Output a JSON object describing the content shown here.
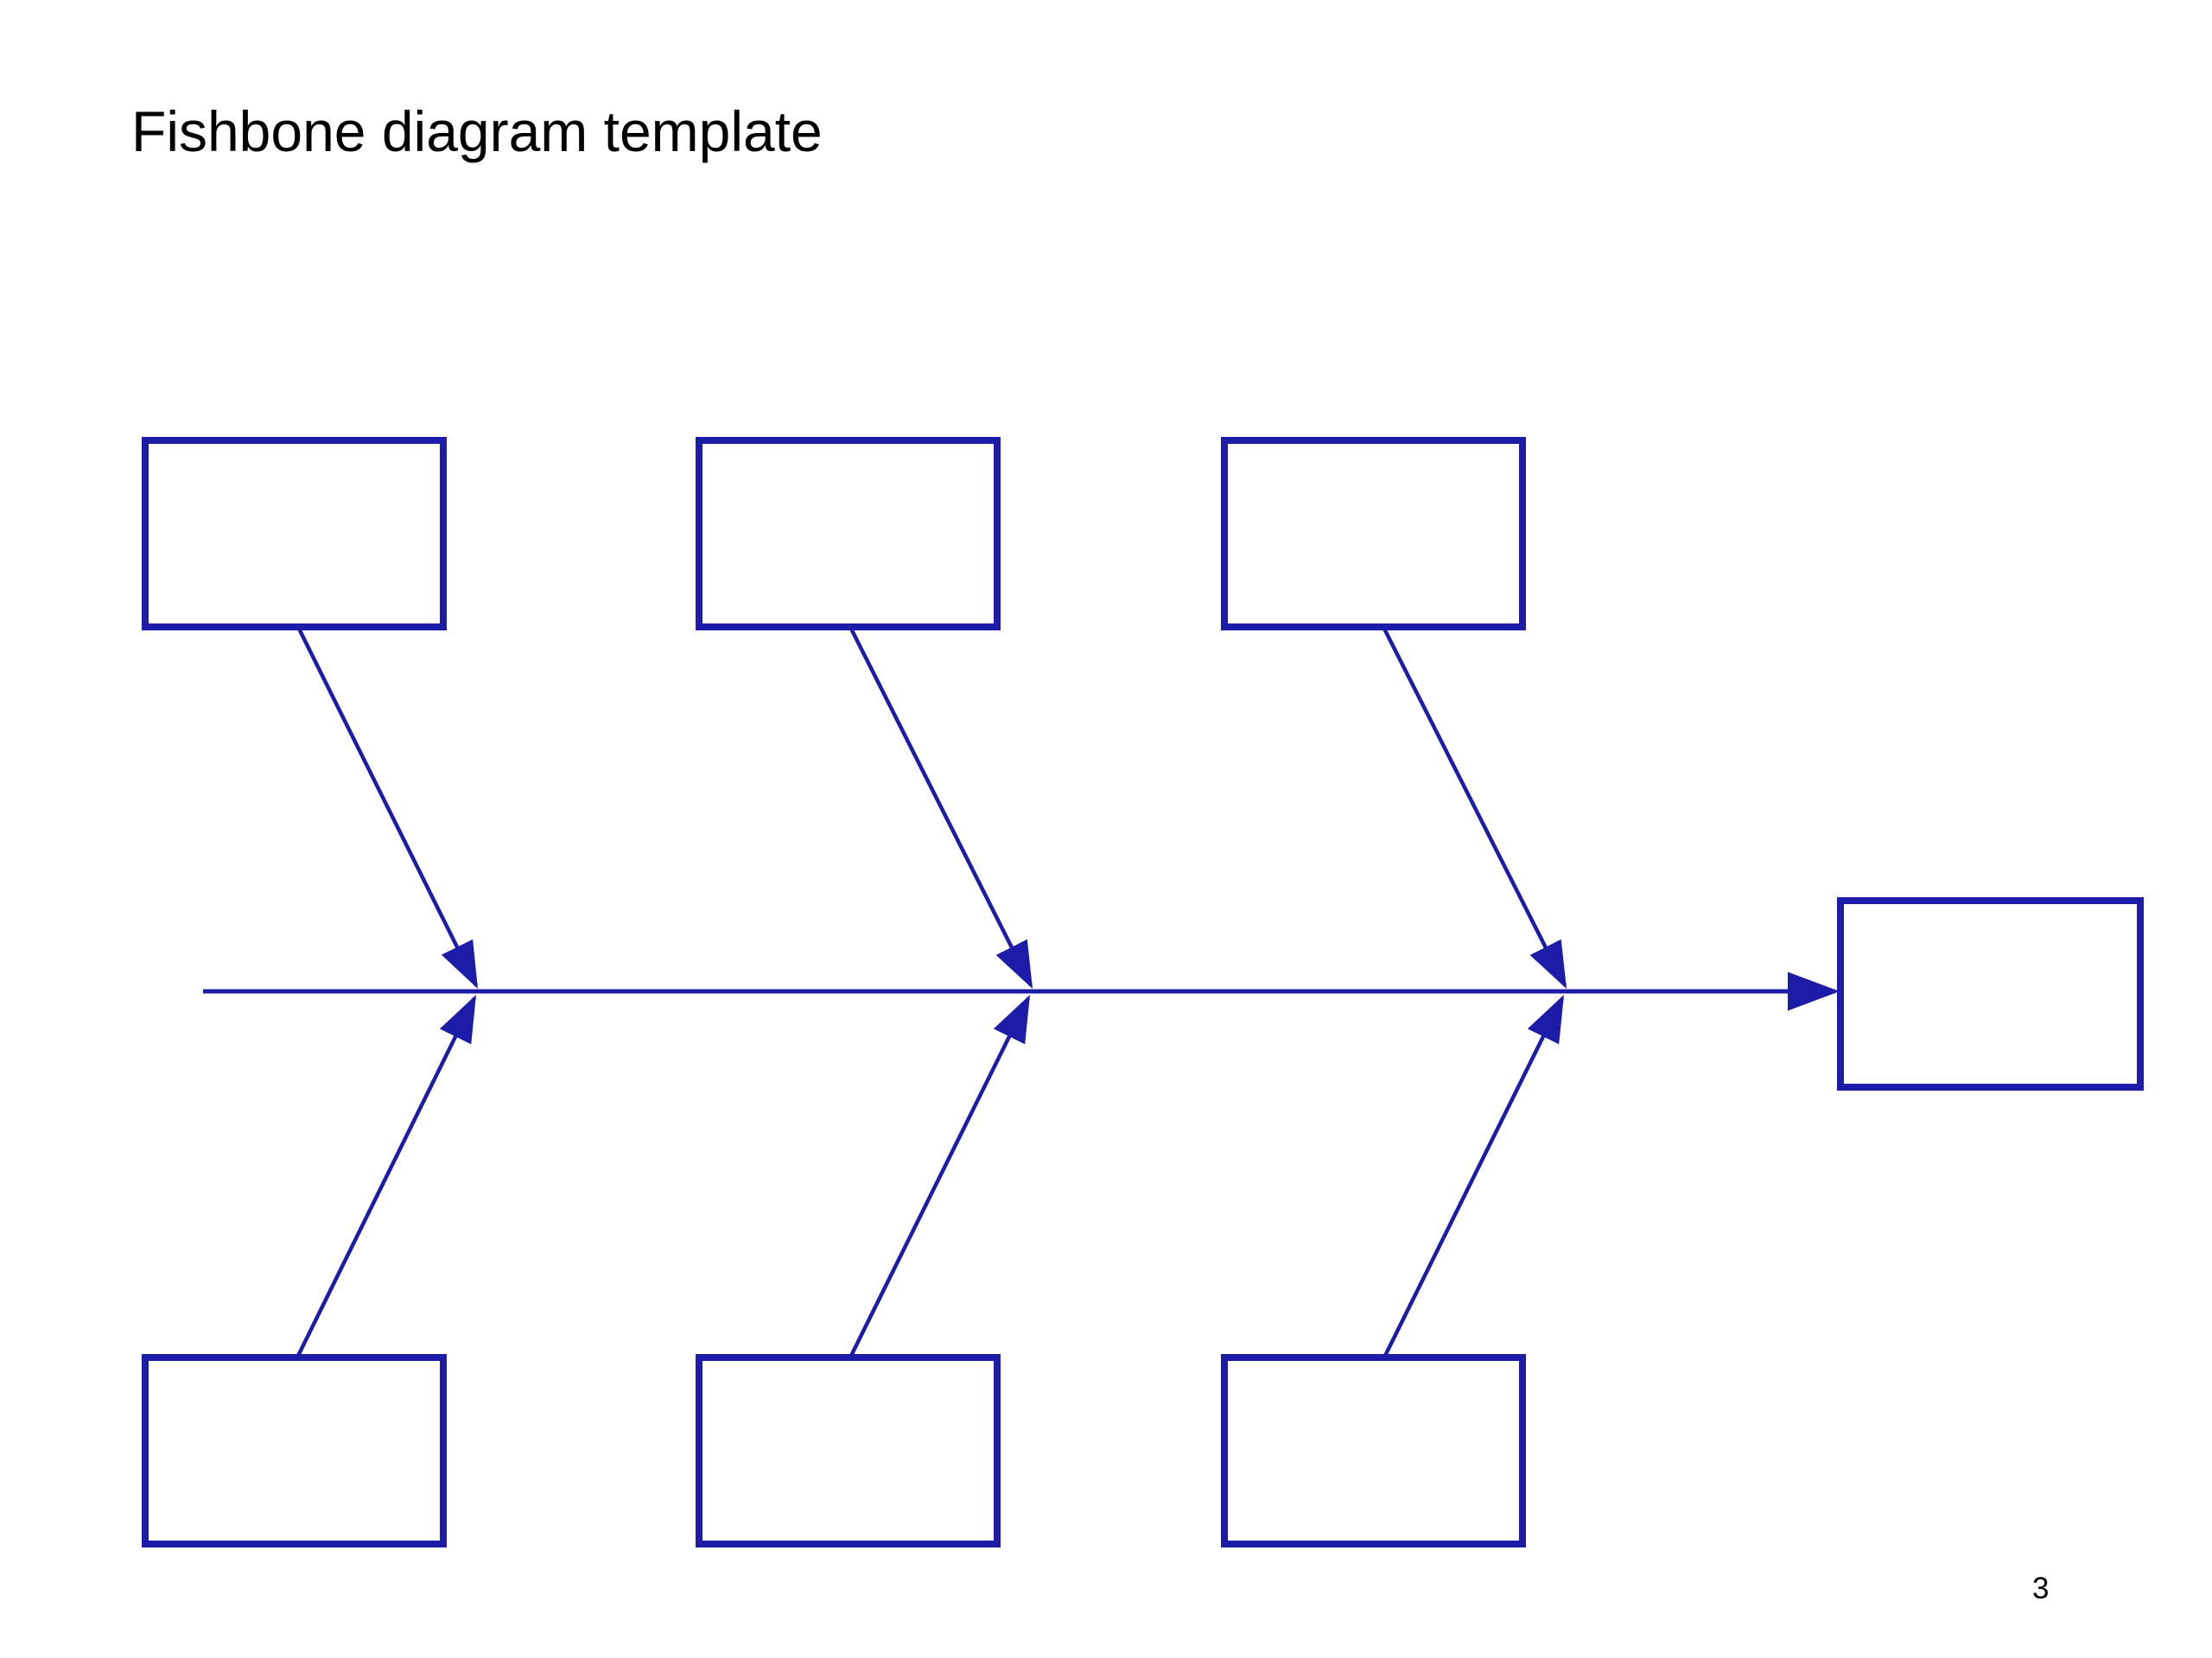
{
  "page": {
    "title": "Fishbone diagram template",
    "page_number": "3",
    "background_color": "#ffffff",
    "title_color": "#000000"
  },
  "diagram": {
    "type": "fishbone",
    "accent_color": "#1C1CA8",
    "box_fill_color": "#ffffff",
    "spine_direction": "left-to-right",
    "nodes": {
      "effect": {
        "label": ""
      },
      "causes_top": [
        {
          "label": ""
        },
        {
          "label": ""
        },
        {
          "label": ""
        }
      ],
      "causes_bottom": [
        {
          "label": ""
        },
        {
          "label": ""
        },
        {
          "label": ""
        }
      ]
    }
  }
}
